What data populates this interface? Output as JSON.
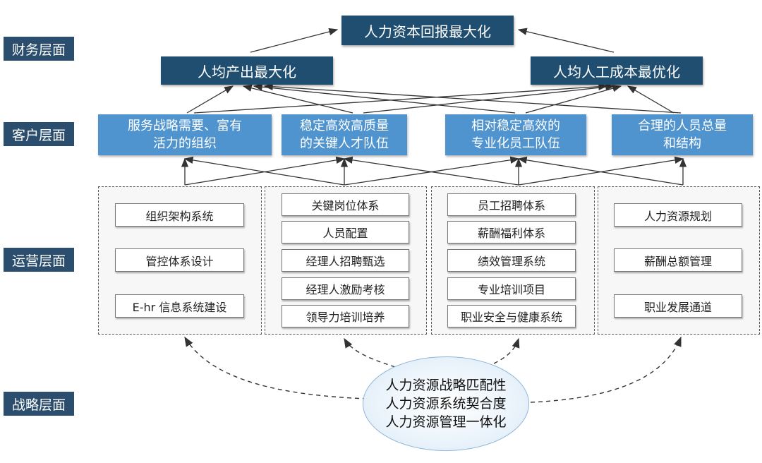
{
  "layers": {
    "finance": "财务层面",
    "customer": "客户层面",
    "operations": "运营层面",
    "strategy": "战略层面"
  },
  "top": {
    "label": "人力资本回报最大化"
  },
  "finance_goals": [
    "人均产出最大化",
    "人均人工成本最优化"
  ],
  "customer_goals": [
    {
      "line1": "服务战略需要、富有",
      "line2": "活力的组织"
    },
    {
      "line1": "稳定高效高质量",
      "line2": "的关键人才队伍"
    },
    {
      "line1": "相对稳定高效的",
      "line2": "专业化员工队伍"
    },
    {
      "line1": "合理的人员总量",
      "line2": "和结构"
    }
  ],
  "operations": {
    "group1": [
      "组织架构系统",
      "管控体系设计",
      "E-hr 信息系统建设"
    ],
    "group2": [
      "关键岗位体系",
      "人员配置",
      "经理人招聘甄选",
      "经理人激励考核",
      "领导力培训培养"
    ],
    "group3": [
      "员工招聘体系",
      "薪酬福利体系",
      "绩效管理系统",
      "专业培训项目",
      "职业安全与健康系统"
    ],
    "group4": [
      "人力资源规划",
      "薪酬总额管理",
      "职业发展通道"
    ]
  },
  "strategy": {
    "lines": [
      "人力资源战略匹配性",
      "人力资源系统契合度",
      "人力资源管理一体化"
    ]
  },
  "colors": {
    "label_bg": "#2c4e6e",
    "dark_box": "#1f4e71",
    "mid_box": "#4f93cf",
    "ellipse_border": "#8fb6d9"
  }
}
